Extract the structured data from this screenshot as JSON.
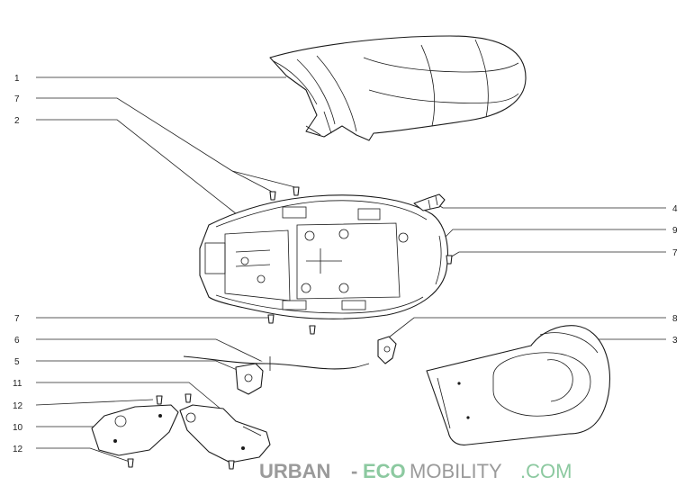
{
  "callouts": {
    "c1": "1",
    "c2": "2",
    "c3": "3",
    "c4": "4",
    "c5": "5",
    "c6": "6",
    "c7a": "7",
    "c7b": "7",
    "c7c": "7",
    "c8": "8",
    "c9": "9",
    "c10": "10",
    "c11": "11",
    "c12a": "12",
    "c12b": "12"
  },
  "watermark": {
    "urban": "URBAN",
    "dash": "-",
    "eco": "ECO",
    "mobility": "MOBILITY",
    "com": ".COM"
  },
  "colors": {
    "line": "#1a1a1a",
    "watermark_gray": "#9a9a9a",
    "watermark_green": "#8cc9a0"
  }
}
